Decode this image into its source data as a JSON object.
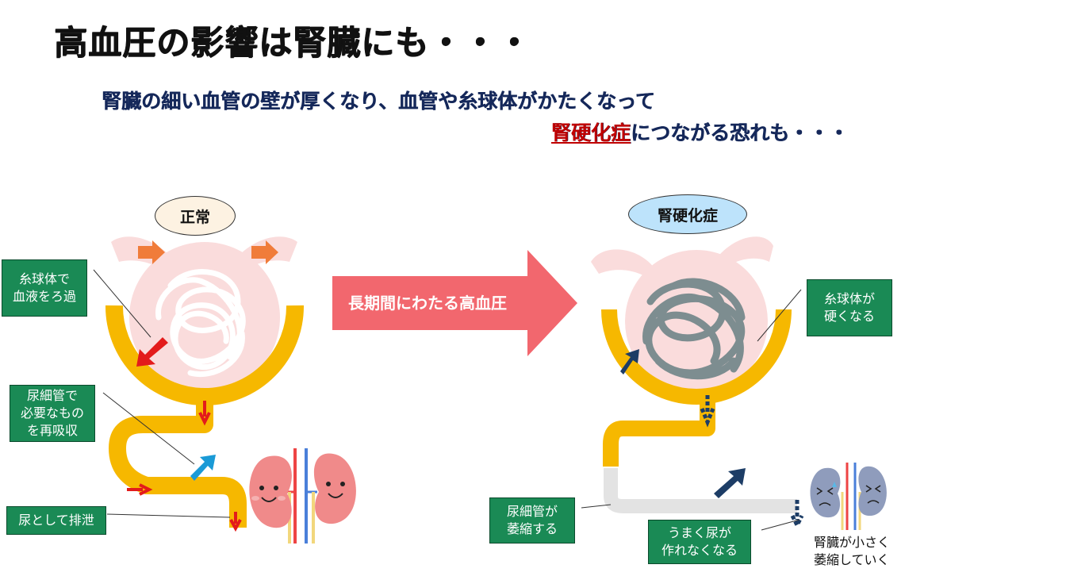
{
  "header": {
    "title": "高血圧の影響は腎臓にも・・・",
    "subtitle_line1": "腎臓の細い血管の壁が厚くなり、血管や糸球体がかたくなって",
    "subtitle_highlight": "腎硬化症",
    "subtitle_line2_rest": "につながる恐れも・・・"
  },
  "normal": {
    "oval_label": "正常",
    "labels": {
      "filtration": [
        "糸球体で",
        "血液をろ過"
      ],
      "reabsorption": [
        "尿細管で",
        "必要なもの",
        "を再吸収"
      ],
      "excretion": [
        "尿として排泄"
      ]
    }
  },
  "transition": {
    "arrow_text": "長期間にわたる高血圧"
  },
  "sclerosis": {
    "oval_label": "腎硬化症",
    "labels": {
      "hardening": [
        "糸球体が",
        "硬くなる"
      ],
      "atrophy": [
        "尿細管が",
        "萎縮する"
      ],
      "urine_fail": [
        "うまく尿が",
        "作れなくなる"
      ]
    },
    "kidney_note": [
      "腎臓が小さく",
      "萎縮していく"
    ]
  },
  "colors": {
    "label_green": "#1a8a55",
    "tubule_yellow": "#f6b800",
    "capsule_pink": "#fadcdc",
    "big_arrow": "#f2676e",
    "orange_arrow": "#f07c3a",
    "red_arrow": "#e31b1b",
    "blue_arrow": "#1a9ad6",
    "dark_navy": "#1d3d66",
    "atrophied_tubule": "#e3e3e3"
  },
  "icons": {
    "kidney_normal": "smiling-kidney-icon",
    "kidney_sick": "worried-kidney-icon"
  }
}
